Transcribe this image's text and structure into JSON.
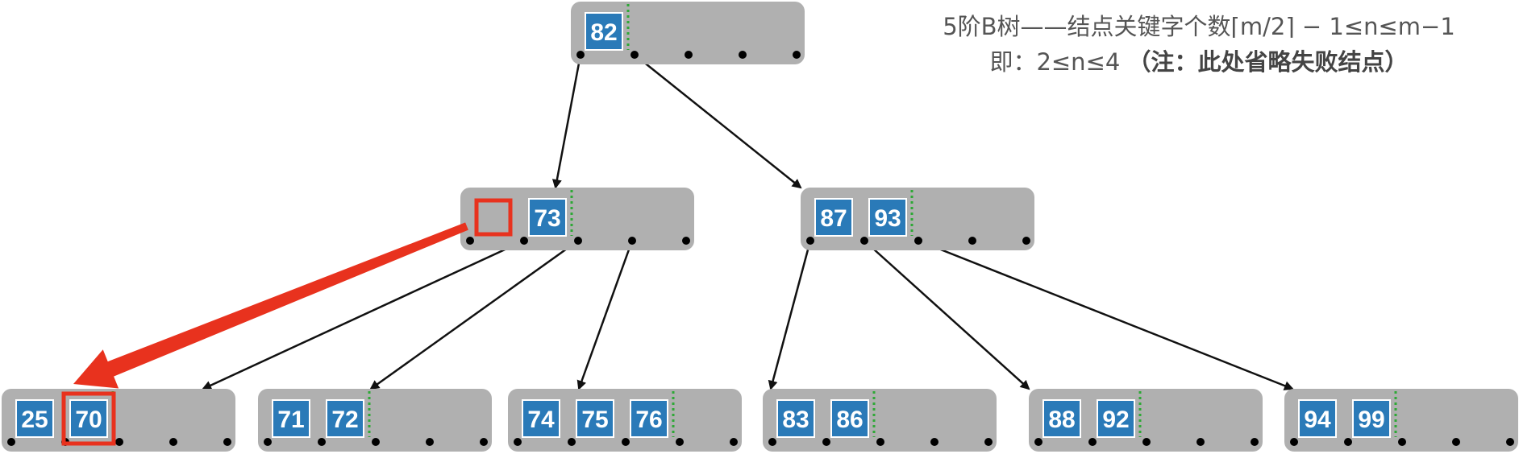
{
  "notes": {
    "line1": "5阶B树——结点关键字个数⌈m/2⌉ − 1≤n≤m−1",
    "line2_prefix": "即：2≤n≤4 ",
    "line2_bold": "（注：此处省略失败结点）"
  },
  "colors": {
    "node_fill": "#b0b0b0",
    "key_fill": "#2a7ab8",
    "key_border": "#ffffff",
    "highlight": "#e8321e",
    "divider": "#2ea836",
    "edge": "#111111"
  },
  "tree": {
    "root": {
      "id": "root",
      "keys": [
        "82"
      ]
    },
    "level1": [
      {
        "id": "n-73",
        "keys": [
          "",
          "73"
        ],
        "highlight_slot": 0
      },
      {
        "id": "n-87-93",
        "keys": [
          "87",
          "93"
        ]
      }
    ],
    "leaves": [
      {
        "id": "leaf-25-70",
        "keys": [
          "25",
          "70"
        ],
        "highlight_slot": 1
      },
      {
        "id": "leaf-71-72",
        "keys": [
          "71",
          "72"
        ]
      },
      {
        "id": "leaf-74-75-76",
        "keys": [
          "74",
          "75",
          "76"
        ]
      },
      {
        "id": "leaf-83-86",
        "keys": [
          "83",
          "86"
        ]
      },
      {
        "id": "leaf-88-92",
        "keys": [
          "88",
          "92"
        ]
      },
      {
        "id": "leaf-94-99",
        "keys": [
          "94",
          "99"
        ]
      }
    ]
  }
}
